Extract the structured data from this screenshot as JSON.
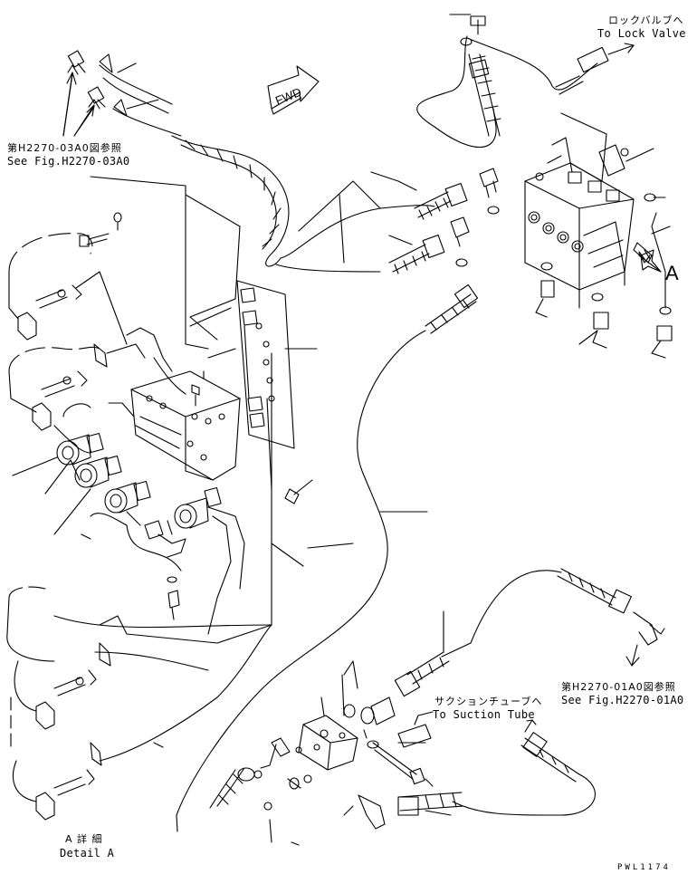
{
  "colors": {
    "ink": "#000000",
    "paper": "#ffffff"
  },
  "labels": {
    "lock_valve_jp": "ロックバルブへ",
    "lock_valve_en": "To Lock Valve",
    "ref_03a0_jp": "第H2270-03A0図参照",
    "ref_03a0_en": "See Fig.H2270-03A0",
    "ref_01a0_jp": "第H2270-01A0図参照",
    "ref_01a0_en": "See Fig.H2270-01A0",
    "suction_jp": "サクションチューブへ",
    "suction_en": "To Suction Tube",
    "detail_jp": "A 詳 細",
    "detail_en": "Detail A",
    "view_letter": "A",
    "fwd": "FWD",
    "drawing_code": "PWL1174"
  }
}
